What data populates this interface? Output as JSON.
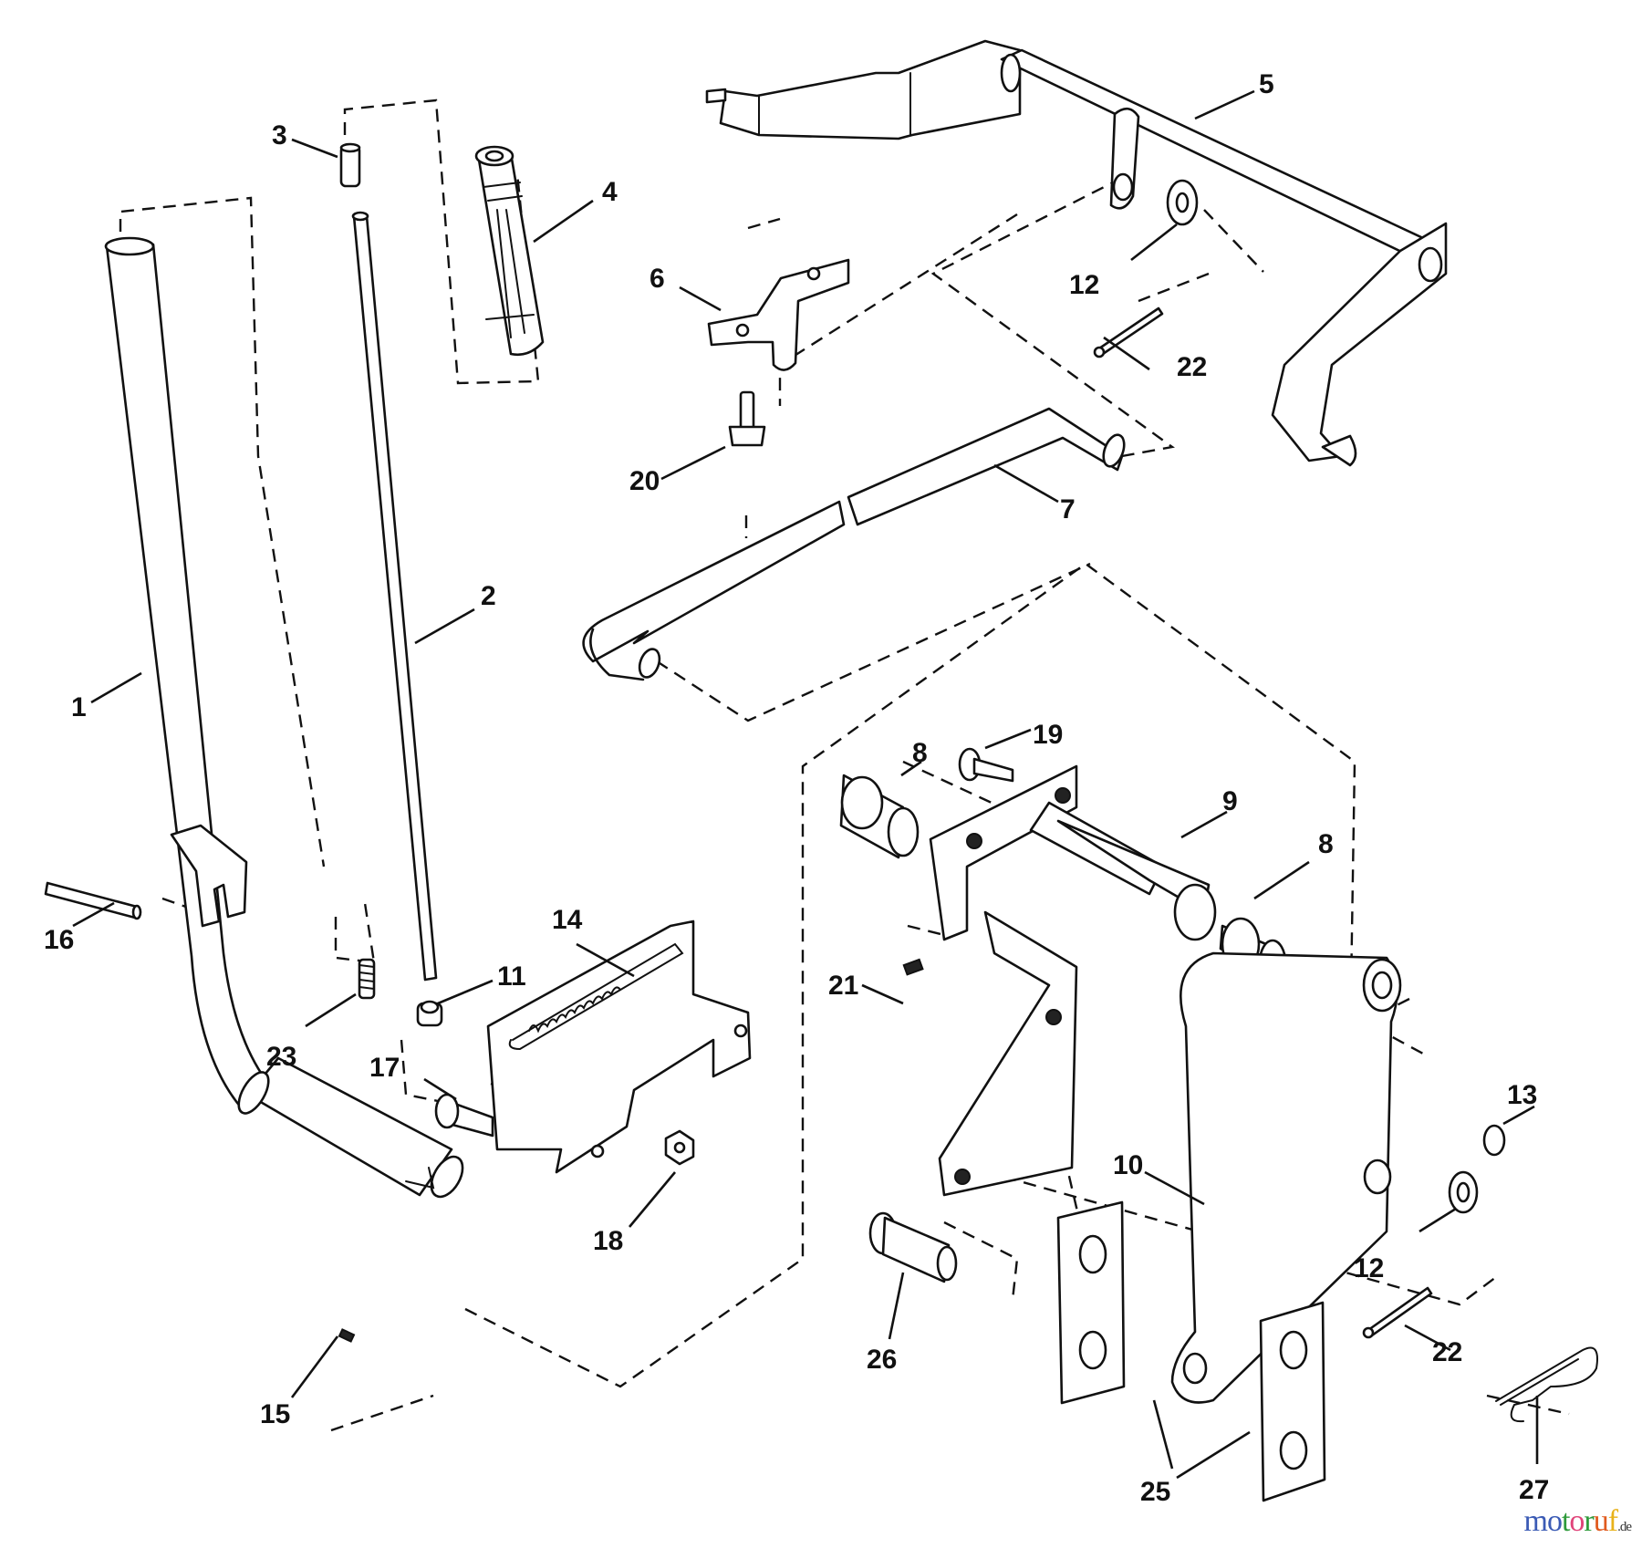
{
  "diagram": {
    "type": "exploded parts diagram",
    "subject": "lift lever / height adjustment linkage",
    "callouts": [
      {
        "id": "c1",
        "label": "1",
        "part": "lift lever tube"
      },
      {
        "id": "c2",
        "label": "2",
        "part": "release rod"
      },
      {
        "id": "c3",
        "label": "3",
        "part": "button cap"
      },
      {
        "id": "c4",
        "label": "4",
        "part": "handle grip"
      },
      {
        "id": "c5",
        "label": "5",
        "part": "lift shaft assembly"
      },
      {
        "id": "c6",
        "label": "6",
        "part": "bracket"
      },
      {
        "id": "c7",
        "label": "7",
        "part": "lift link rod"
      },
      {
        "id": "c8a",
        "label": "8",
        "part": "bushing"
      },
      {
        "id": "c8b",
        "label": "8",
        "part": "bushing"
      },
      {
        "id": "c9",
        "label": "9",
        "part": "pivot bracket"
      },
      {
        "id": "c10",
        "label": "10",
        "part": "lift arm"
      },
      {
        "id": "c11",
        "label": "11",
        "part": "collar"
      },
      {
        "id": "c12a",
        "label": "12",
        "part": "washer"
      },
      {
        "id": "c12b",
        "label": "12",
        "part": "washer"
      },
      {
        "id": "c13",
        "label": "13",
        "part": "retaining ring"
      },
      {
        "id": "c14",
        "label": "14",
        "part": "notched quadrant plate"
      },
      {
        "id": "c15",
        "label": "15",
        "part": "key"
      },
      {
        "id": "c16",
        "label": "16",
        "part": "pin"
      },
      {
        "id": "c17",
        "label": "17",
        "part": "bolt"
      },
      {
        "id": "c18",
        "label": "18",
        "part": "lock nut"
      },
      {
        "id": "c19",
        "label": "19",
        "part": "screw"
      },
      {
        "id": "c20",
        "label": "20",
        "part": "screw"
      },
      {
        "id": "c21",
        "label": "21",
        "part": "set screw"
      },
      {
        "id": "c22a",
        "label": "22",
        "part": "cotter pin"
      },
      {
        "id": "c22b",
        "label": "22",
        "part": "cotter pin"
      },
      {
        "id": "c23",
        "label": "23",
        "part": "spring"
      },
      {
        "id": "c25",
        "label": "25",
        "part": "link plates"
      },
      {
        "id": "c26",
        "label": "26",
        "part": "clevis pin"
      },
      {
        "id": "c27",
        "label": "27",
        "part": "hair pin clip"
      }
    ]
  },
  "watermark": {
    "letters": [
      "m",
      "o",
      "t",
      "o",
      "r",
      "u",
      "f"
    ],
    "colors": [
      "#3b5bb5",
      "#3b5bb5",
      "#2e9a3a",
      "#e0447a",
      "#2e9a3a",
      "#e05a1e",
      "#e8b21a"
    ],
    "tld": ".de"
  }
}
